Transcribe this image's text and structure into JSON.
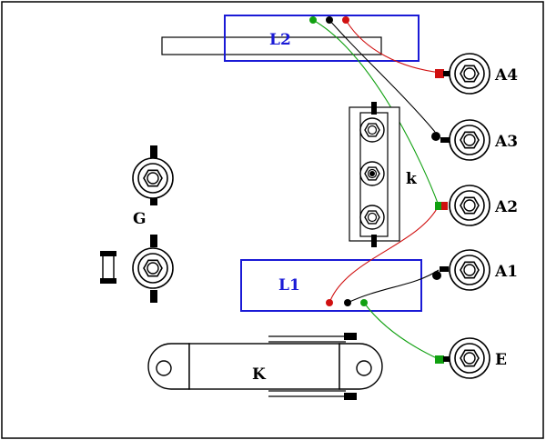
{
  "labels": {
    "l2": "L2",
    "l1": "L1",
    "k_small": "k",
    "k_big": "K",
    "g": "G",
    "a4": "A4",
    "a3": "A3",
    "a2": "A2",
    "a1": "A1",
    "e": "E"
  },
  "colors": {
    "box_blue": "#1a1ad6",
    "wire_red": "#d01010",
    "wire_green": "#10a010",
    "wire_black": "#000000"
  }
}
